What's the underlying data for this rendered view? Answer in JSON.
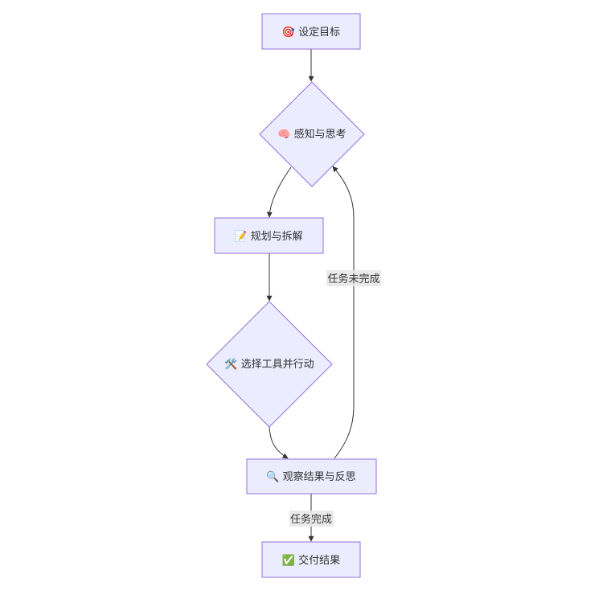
{
  "diagram": {
    "type": "flowchart",
    "colors": {
      "node_fill": "#ECECFF",
      "node_stroke": "#9370DB",
      "edge": "#333333",
      "label_bg": "#E8E8E8",
      "text": "#333333"
    },
    "nodes": [
      {
        "id": "goal",
        "shape": "rect",
        "label": "🎯 设定目标",
        "icon": "target-icon"
      },
      {
        "id": "perceive",
        "shape": "diamond",
        "label": "🧠 感知与思考",
        "icon": "brain-icon"
      },
      {
        "id": "plan",
        "shape": "rect",
        "label": "📝 规划与拆解",
        "icon": "memo-icon"
      },
      {
        "id": "act",
        "shape": "diamond",
        "label": "🛠️ 选择工具并行动",
        "icon": "tools-icon"
      },
      {
        "id": "observe",
        "shape": "rect",
        "label": "🔍 观察结果与反思",
        "icon": "magnifier-icon"
      },
      {
        "id": "deliver",
        "shape": "rect",
        "label": "✅ 交付结果",
        "icon": "check-icon"
      }
    ],
    "edges": [
      {
        "from": "goal",
        "to": "perceive",
        "label": ""
      },
      {
        "from": "perceive",
        "to": "plan",
        "label": ""
      },
      {
        "from": "plan",
        "to": "act",
        "label": ""
      },
      {
        "from": "act",
        "to": "observe",
        "label": ""
      },
      {
        "from": "observe",
        "to": "perceive",
        "label": "任务未完成"
      },
      {
        "from": "observe",
        "to": "deliver",
        "label": "任务完成"
      }
    ]
  }
}
